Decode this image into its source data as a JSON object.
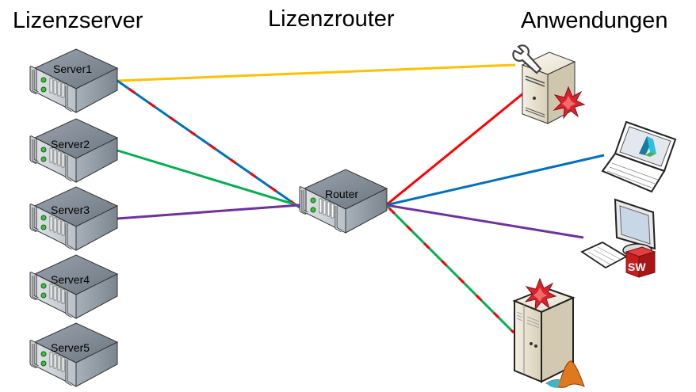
{
  "headings": {
    "license_servers": "Lizenzserver",
    "license_router": "Lizenzrouter",
    "applications": "Anwendungen"
  },
  "servers": [
    {
      "label": "Server1",
      "icon": "rack-server-icon"
    },
    {
      "label": "Server2",
      "icon": "rack-server-icon"
    },
    {
      "label": "Server3",
      "icon": "rack-server-icon"
    },
    {
      "label": "Server4",
      "icon": "rack-server-icon"
    },
    {
      "label": "Server5",
      "icon": "rack-server-icon"
    }
  ],
  "router": {
    "label": "Router",
    "icon": "rack-server-icon"
  },
  "applications": [
    {
      "name": "tower-server-mathematica-tools",
      "icon": "tower-server-wrench-mathematica-icon"
    },
    {
      "name": "laptop-autodesk",
      "icon": "laptop-autodesk-icon"
    },
    {
      "name": "workstation-solidworks",
      "icon": "desktop-solidworks-icon",
      "badge": "SW"
    },
    {
      "name": "server-mathematica-matlab",
      "icon": "tower-server-mathematica-matlab-icon"
    }
  ],
  "colors": {
    "yellow": "#FFC000",
    "red": "#FF0000",
    "blue": "#0070C0",
    "green": "#00B050",
    "purple": "#7030A0"
  },
  "connections": [
    {
      "from": "Server1",
      "to": "tower-server-mathematica-tools",
      "colors": [
        "yellow"
      ]
    },
    {
      "from": "Server1",
      "to": "Router",
      "colors": [
        "blue",
        "red"
      ]
    },
    {
      "from": "Server2",
      "to": "Router",
      "colors": [
        "green"
      ]
    },
    {
      "from": "Server3",
      "to": "Router",
      "colors": [
        "purple"
      ]
    },
    {
      "from": "Router",
      "to": "tower-server-mathematica-tools",
      "colors": [
        "red"
      ]
    },
    {
      "from": "Router",
      "to": "laptop-autodesk",
      "colors": [
        "blue"
      ]
    },
    {
      "from": "Router",
      "to": "workstation-solidworks",
      "colors": [
        "purple"
      ]
    },
    {
      "from": "Router",
      "to": "server-mathematica-matlab",
      "colors": [
        "green",
        "red"
      ]
    }
  ]
}
